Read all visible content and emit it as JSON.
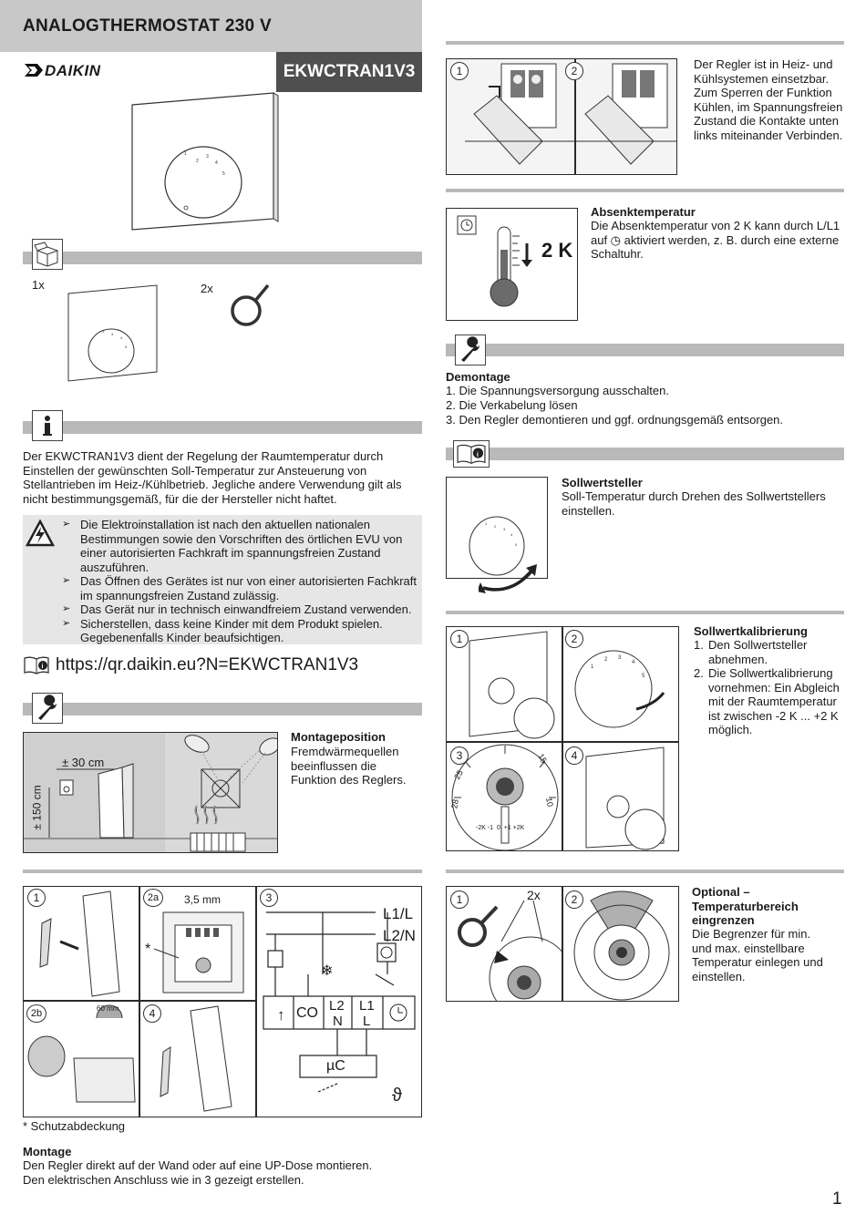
{
  "header": {
    "title": "ANALOGTHERMOSTAT 230 V",
    "model": "EKWCTRAN1V3",
    "brand": "DAIKIN"
  },
  "left": {
    "package": {
      "qty1": "1x",
      "qty2": "2x"
    },
    "intro": "Der EKWCTRAN1V3 dient der Regelung der Raumtemperatur durch Einstellen der gewünschten Soll-Temperatur zur Ansteuerung von Stellantrieben im Heiz-/Kühlbetrieb. Jegliche andere Verwendung gilt als nicht bestimmungsgemäß, für die der Hersteller nicht haftet.",
    "warnings": [
      "Die Elektroinstallation ist nach den aktuellen nationalen Bestimmungen sowie den Vorschriften des örtlichen EVU von einer autorisierten Fachkraft im spannungsfreien Zustand auszuführen.",
      "Das Öffnen des Gerätes ist nur von einer autorisierten Fachkraft im spannungsfreien Zustand zulässig.",
      "Das Gerät nur in technisch einwandfreiem Zustand verwenden.",
      "Sicherstellen, dass keine Kinder mit dem Produkt spielen. Gegebenenfalls Kinder beaufsichtigen."
    ],
    "url": "https://qr.daikin.eu?N=EKWCTRAN1V3",
    "position": {
      "title": "Montageposition",
      "text": "Fremdwärmequellen beeinflussen die Funktion des Reglers.",
      "dim_h": "± 30 cm",
      "dim_v": "± 150 cm"
    },
    "wiring": {
      "labels": [
        "1",
        "2a",
        "3",
        "2b",
        "4"
      ],
      "size": "3,5 mm",
      "box": "60 mm",
      "star": "*",
      "l1": "L1/L",
      "l2": "L2/N",
      "t_co": "CO",
      "t_l2": "L2",
      "t_n": "N",
      "t_l1": "L1",
      "t_l": "L",
      "mu": "µC",
      "theta": "ϑ"
    },
    "footnote": "* Schutzabdeckung",
    "montage": {
      "title": "Montage",
      "lines": [
        "Den Regler direkt auf der Wand oder auf eine UP-Dose montieren.",
        "Den elektrischen Anschluss wie in 3 gezeigt erstellen."
      ]
    }
  },
  "right": {
    "mode": {
      "labels": [
        "1",
        "2"
      ],
      "text": "Der Regler ist in Heiz- und Kühlsystemen einsetzbar. Zum Sperren der Funktion Kühlen, im Spannungsfreien Zustand die Kontakte unten links miteinander Verbinden."
    },
    "setback": {
      "title": "Absenktemperatur",
      "text": "Die Absenktemperatur von 2 K kann durch L/L1 auf ◷ aktiviert werden, z. B. durch eine externe Schaltuhr.",
      "value": "2 K"
    },
    "demontage": {
      "title": "Demontage",
      "steps": [
        "1. Die Spannungsversorgung ausschalten.",
        "2. Die Verkabelung lösen",
        "3. Den Regler demontieren und ggf. ordnungsgemäß entsorgen."
      ]
    },
    "setpoint": {
      "title": "Sollwertsteller",
      "text": "Soll-Temperatur durch Drehen des Sollwertstellers einstellen."
    },
    "calibration": {
      "title": "Sollwertkalibrierung",
      "steps": [
        "1.",
        "2."
      ],
      "step_texts": [
        "Den Sollwertsteller abnehmen.",
        "Die Sollwertkalibrierung vornehmen: Ein Abgleich mit der Raumtemperatur ist zwischen -2 K ... +2 K möglich."
      ],
      "labels": [
        "1",
        "2",
        "3",
        "4"
      ],
      "scale": [
        "25",
        "28",
        "15",
        "10"
      ],
      "offsets": "-2K -1  0  +1 +2K"
    },
    "range": {
      "title": "Optional – Temperaturbereich eingrenzen",
      "text": "Die Begrenzer für min. und max. einstellbare Temperatur einlegen und einstellen.",
      "labels": [
        "1",
        "2"
      ],
      "qty": "2x"
    }
  },
  "page_number": "1",
  "colors": {
    "header_bg": "#c8c8c8",
    "model_bg": "#4f4f4f",
    "bar": "#b9b9b9",
    "warning_bg": "#e6e6e6"
  }
}
